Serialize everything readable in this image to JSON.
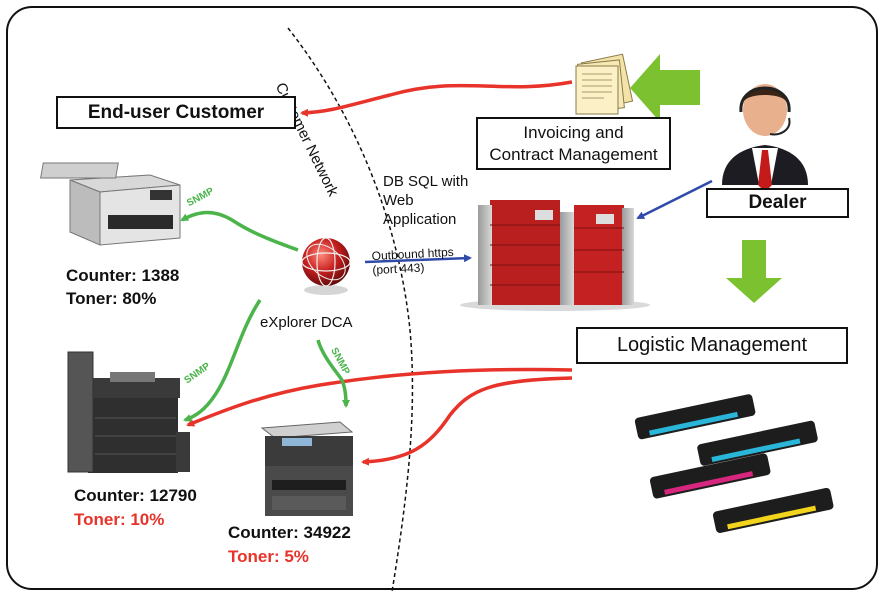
{
  "colors": {
    "red_arrow": "#e8332a",
    "green_arrow": "#4bb44a",
    "blue_arrow": "#2f4aa8",
    "big_green_arrow": "#7cc230",
    "text": "#111111",
    "low_toner": "#e8332a"
  },
  "labels": {
    "customer_network": "Customer Network",
    "end_user_customer": "End-user Customer",
    "invoicing_line1": "Invoicing and",
    "invoicing_line2": "Contract Management",
    "dealer": "Dealer",
    "logistic": "Logistic Management",
    "db_line1": "DB SQL  with",
    "db_line2": "Web",
    "db_line3": "Application",
    "outbound_line1": "Outbound https",
    "outbound_line2": "(port 443)",
    "explorer": "eXplorer DCA",
    "snmp1": "SNMP",
    "snmp2": "SNMP",
    "snmp3": "SNMP"
  },
  "devices": [
    {
      "counter": "Counter: 1388",
      "toner": "Toner: 80%",
      "toner_low": false
    },
    {
      "counter": "Counter: 12790",
      "toner": "Toner: 10%",
      "toner_low": true
    },
    {
      "counter": "Counter: 34922",
      "toner": "Toner: 5%",
      "toner_low": true
    }
  ],
  "icons": {
    "documents": "documents-icon",
    "dealer": "dealer-person-icon",
    "server": "server-rack-icon",
    "explorer": "explorer-globe-icon",
    "printer_small": "printer-icon",
    "printer_large": "multifunction-printer-icon",
    "printer_medium": "printer-icon",
    "toner": "toner-cartridges-icon"
  }
}
